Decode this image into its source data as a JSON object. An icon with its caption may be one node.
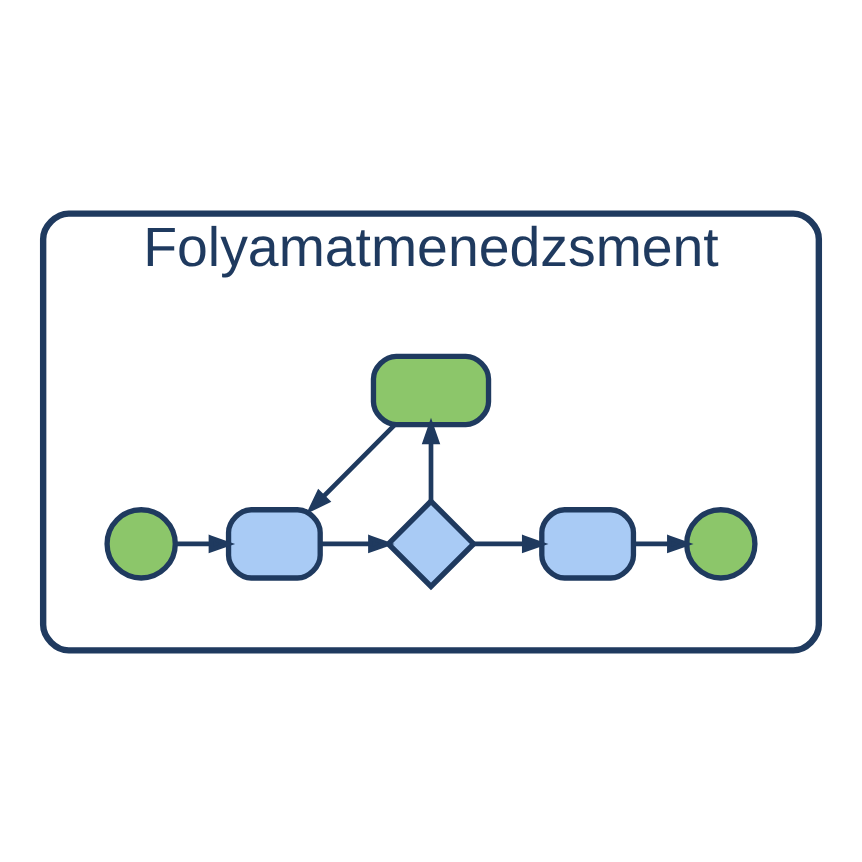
{
  "diagram": {
    "nodes": [
      {
        "text": [
          "Folyamatmenedzsment"
        ]
      },
      {
        "text": [],
        "shape": "circle",
        "in": 0
      },
      {
        "text": [],
        "shape": "box",
        "in": 0
      },
      {
        "text": [],
        "shape": "diamond",
        "in": 0
      },
      {
        "text": [],
        "shape": "box",
        "in": 0
      },
      {
        "text": [],
        "shape": "circle",
        "in": 0
      },
      {
        "text": [],
        "shape": "box",
        "in": 0
      }
    ],
    "edges": [
      {
        "from": 1,
        "to": 2,
        "arrow": "to"
      },
      {
        "from": 2,
        "to": 3,
        "arrow": "to"
      },
      {
        "from": 3,
        "to": 4,
        "arrow": "to"
      },
      {
        "from": 4,
        "to": 5,
        "arrow": "to"
      },
      {
        "from": 3,
        "to": 6,
        "arrow": "to"
      },
      {
        "from": 6,
        "to": 2,
        "arrow": "to"
      }
    ]
  }
}
